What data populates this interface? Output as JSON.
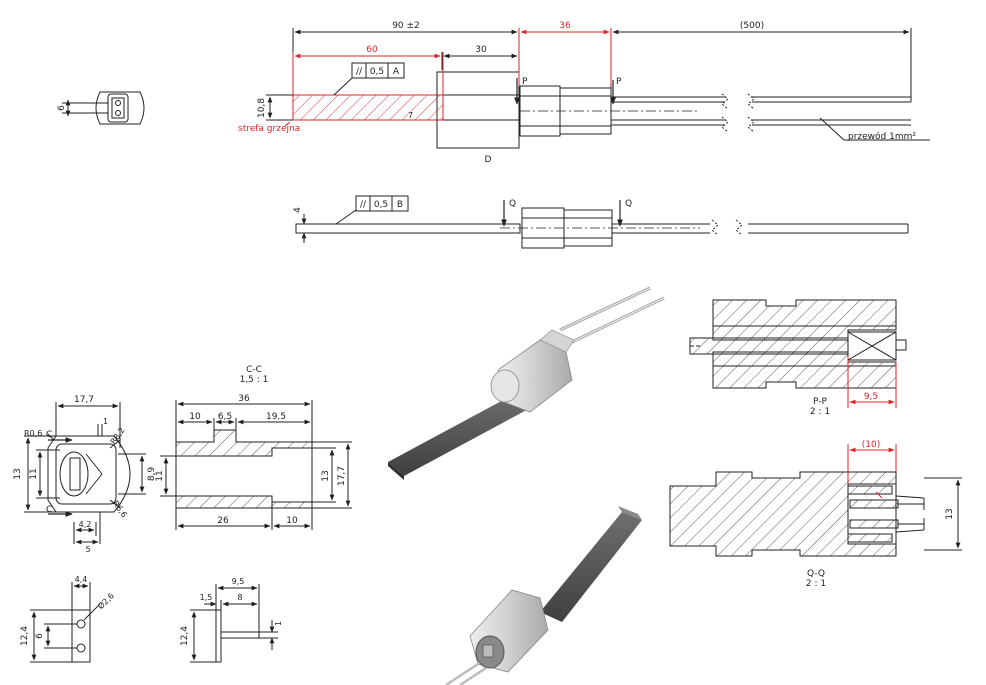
{
  "top_view": {
    "dim_total": "90 ±2",
    "dim_red_36": "36",
    "dim_500": "(500)",
    "dim_60": "60",
    "dim_30": "30",
    "dim_10_8": "10,8",
    "tol_symbol": "//",
    "tol_value": "0,5",
    "tol_datum": "A",
    "heating_zone": "strefa grzejna",
    "detail_label": "D",
    "section_mark": "P",
    "wire_label": "przewód 1mm²",
    "hatch_mark": "7"
  },
  "side_view": {
    "dim_4": "4",
    "tol_symbol": "//",
    "tol_value": "0,5",
    "tol_datum": "B",
    "section_mark": "Q"
  },
  "end_view": {
    "dim_6": "6"
  },
  "connector_view": {
    "dim_17_7": "17,7",
    "dim_1": "1",
    "dim_r06": "R0,6",
    "dim_r82": "R8,2",
    "dim_r66": "R6,6",
    "dim_13": "13",
    "dim_11": "11",
    "dim_8_9": "8,9",
    "dim_4_2": "4,2",
    "dim_5": "5",
    "section_mark": "C"
  },
  "section_cc": {
    "title": "C-C",
    "scale": "1,5 : 1",
    "dim_36": "36",
    "dim_10": "10",
    "dim_6_5": "6,5",
    "dim_19_5": "19,5",
    "dim_11": "11",
    "dim_13": "13",
    "dim_17_7": "17,7",
    "dim_26": "26",
    "dim_10b": "10"
  },
  "terminal_front": {
    "dim_4_4": "4,4",
    "dim_d26": "Ø2,6",
    "dim_12_4": "12,4",
    "dim_6": "6"
  },
  "terminal_side": {
    "dim_9_5": "9,5",
    "dim_1_5": "1,5",
    "dim_8": "8",
    "dim_12_4": "12,4",
    "dim_1": "1"
  },
  "section_pp": {
    "title": "P-P",
    "scale": "2 : 1",
    "dim_9_5": "9,5"
  },
  "section_qq": {
    "title": "Q-Q",
    "scale": "2 : 1",
    "dim_10": "(10)",
    "dim_13": "13"
  },
  "colors": {
    "ink": "#222222",
    "red": "#e0242a",
    "element_dark": "#5a5a5a",
    "connector": "#d8d8d8"
  }
}
